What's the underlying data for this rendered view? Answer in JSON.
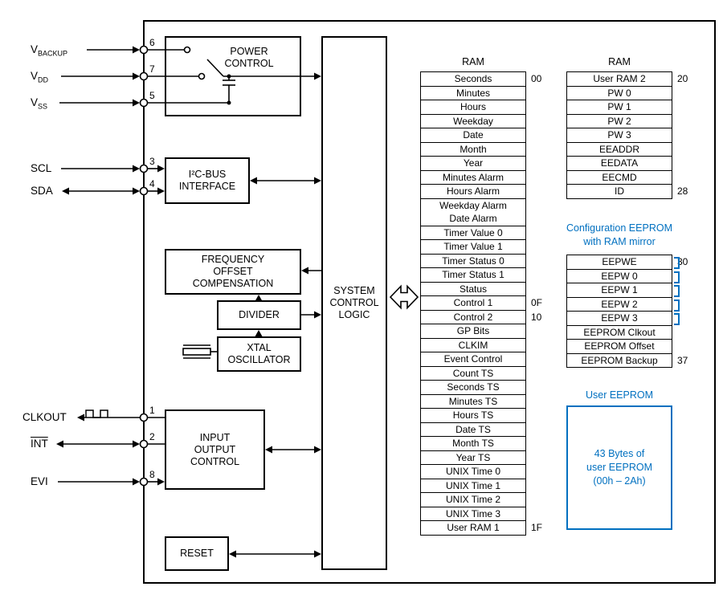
{
  "colors": {
    "accent_blue": "#0070C0",
    "line_black": "#000000"
  },
  "pins": {
    "vbackup": {
      "number": "6",
      "label": "V",
      "sub": "BACKUP"
    },
    "vdd": {
      "number": "7",
      "label": "V",
      "sub": "DD"
    },
    "vss": {
      "number": "5",
      "label": "V",
      "sub": "SS"
    },
    "scl": {
      "number": "3",
      "label": "SCL"
    },
    "sda": {
      "number": "4",
      "label": "SDA"
    },
    "clkout": {
      "number": "1",
      "label": "CLKOUT"
    },
    "int": {
      "number": "2",
      "label": "INT"
    },
    "evi": {
      "number": "8",
      "label": "EVI"
    }
  },
  "blocks": {
    "power_control": "POWER\nCONTROL",
    "i2c_interface": "I²C-BUS\nINTERFACE",
    "freq_offset": "FREQUENCY\nOFFSET\nCOMPENSATION",
    "divider": "DIVIDER",
    "xtal": "XTAL\nOSCILLATOR",
    "io_control": "INPUT\nOUTPUT\nCONTROL",
    "reset": "RESET",
    "system_control": "SYSTEM\nCONTROL\nLOGIC"
  },
  "ram1": {
    "header": "RAM",
    "rows": [
      {
        "label": "Seconds",
        "addr": "00"
      },
      {
        "label": "Minutes"
      },
      {
        "label": "Hours"
      },
      {
        "label": "Weekday"
      },
      {
        "label": "Date"
      },
      {
        "label": "Month"
      },
      {
        "label": "Year"
      },
      {
        "label": "Minutes Alarm"
      },
      {
        "label": "Hours Alarm"
      },
      {
        "label": "Weekday Alarm",
        "label2": "Date Alarm"
      },
      {
        "label": "Timer Value 0"
      },
      {
        "label": "Timer Value 1"
      },
      {
        "label": "Timer Status 0"
      },
      {
        "label": "Timer Status 1"
      },
      {
        "label": "Status"
      },
      {
        "label": "Control 1",
        "addr": "0F"
      },
      {
        "label": "Control 2",
        "addr": "10"
      },
      {
        "label": "GP Bits"
      },
      {
        "label": "CLKIM"
      },
      {
        "label": "Event Control"
      },
      {
        "label": "Count TS"
      },
      {
        "label": "Seconds TS"
      },
      {
        "label": "Minutes TS"
      },
      {
        "label": "Hours TS"
      },
      {
        "label": "Date TS"
      },
      {
        "label": "Month TS"
      },
      {
        "label": "Year TS"
      },
      {
        "label": "UNIX Time 0"
      },
      {
        "label": "UNIX Time 1"
      },
      {
        "label": "UNIX Time 2"
      },
      {
        "label": "UNIX Time 3"
      },
      {
        "label": "User RAM 1",
        "addr": "1F"
      }
    ]
  },
  "ram2": {
    "header": "RAM",
    "rows": [
      {
        "label": "User RAM 2",
        "addr": "20"
      },
      {
        "label": "PW 0"
      },
      {
        "label": "PW 1"
      },
      {
        "label": "PW 2"
      },
      {
        "label": "PW 3"
      },
      {
        "label": "EEADDR"
      },
      {
        "label": "EEDATA"
      },
      {
        "label": "EECMD"
      },
      {
        "label": "ID",
        "addr": "28"
      }
    ]
  },
  "config_eeprom": {
    "title": "Configuration EEPROM\nwith RAM mirror",
    "rows": [
      {
        "label": "EEPWE",
        "addr": "30",
        "mirror": true
      },
      {
        "label": "EEPW 0",
        "mirror": true
      },
      {
        "label": "EEPW 1",
        "mirror": true
      },
      {
        "label": "EEPW 2",
        "mirror": true
      },
      {
        "label": "EEPW 3",
        "mirror": true
      },
      {
        "label": "EEPROM Clkout"
      },
      {
        "label": "EEPROM Offset"
      },
      {
        "label": "EEPROM Backup",
        "addr": "37"
      }
    ]
  },
  "user_eeprom": {
    "title": "User EEPROM",
    "body": "43 Bytes of\nuser EEPROM\n(00h – 2Ah)"
  }
}
